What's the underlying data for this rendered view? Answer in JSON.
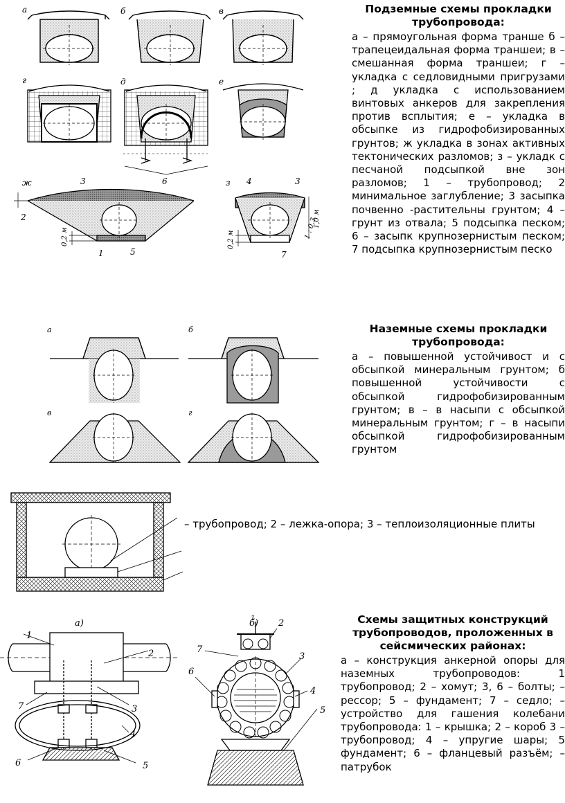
{
  "section1": {
    "title": "Подземные схемы прокладки трубопровода:",
    "text": "а – прямоугольная форма транше б – трапецеидальная форма траншеи; в – смешанная форма траншеи; г – укладка с седловидными пригрузами ; д укладка с использованием винтовых анкеров для закрепления против всплытия; е – укладка в обсыпке из гидрофобизированных грунтов; ж укладка в зонах активных тектонических разломов; з – укладк с песчаной подсыпкой вне зон разломов; 1 – трубопровод; 2 минимальное заглубление; 3 засыпка почвенно -растительны грунтом; 4 – грунт из отвала; 5 подсыпка песком; 6 – засыпк крупнозернистым песком; 7 подсыпка крупнозернистым песко",
    "labels": {
      "a": "а",
      "b": "б",
      "v": "в",
      "g": "г",
      "d": "д",
      "e": "е",
      "zh": "ж",
      "z": "з"
    },
    "callouts": {
      "n1": "1",
      "n2": "2",
      "n3": "3",
      "n4": "4",
      "n5": "5",
      "n6": "6",
      "n7": "7"
    },
    "dims": {
      "d02": "0,2 м",
      "d1": "1,0 м",
      "slope": "1 : 0,3"
    }
  },
  "section2": {
    "title": "Наземные схемы прокладки трубопровода:",
    "text": "а – повышенной устойчивост и с обсыпкой минеральным грунтом; б повышенной устойчивости с обсыпкой гидрофобизированным грунтом; в – в насыпи с обсыпкой минеральным грунтом; г – в насыпи обсыпкой гидрофобизированным грунтом",
    "labels": {
      "a": "а",
      "b": "б",
      "v": "в",
      "g": "г"
    }
  },
  "section3": {
    "text": "– трубопровод; 2 – лежка-опора; 3 – теплоизоляционные плиты"
  },
  "section4": {
    "title": "Схемы защитных конструкций трубопроводов, проложенных в сейсмических районах:",
    "text": "а – конструкция анкерной опоры для наземных трубопроводов: 1 трубопровод; 2 – хомут; 3, 6 – болты; – рессор; 5 – фундамент; 7 – седло; – устройство для гашения колебани трубопровода: 1 – крышка; 2 – короб 3 – трубопровод; 4 – упругие шары; 5 фундамент; 6 – фланцевый разъём; – патрубок",
    "fig_a": "а)",
    "fig_b": "б)",
    "callouts": {
      "n1": "1",
      "n2": "2",
      "n3": "3",
      "n4": "4",
      "n5": "5",
      "n6": "6",
      "n7": "7"
    }
  },
  "colors": {
    "ink": "#000000",
    "grid": "#444444",
    "sand": "#d9d9d9",
    "dark": "#8c8c8c"
  }
}
